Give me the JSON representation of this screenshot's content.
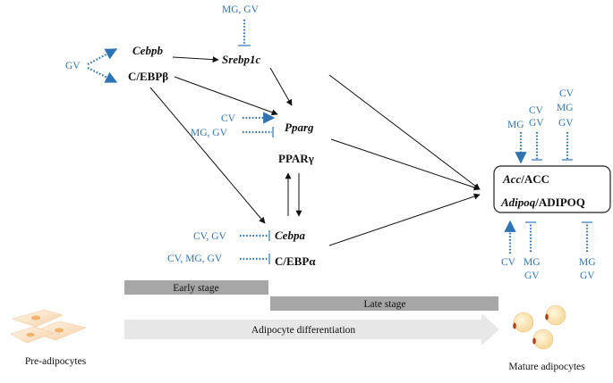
{
  "regulators": {
    "gv_top_left": "GV",
    "mg_gv_srebp": "MG, GV",
    "cv_pparg": "CV",
    "mg_gv_pparg": "MG, GV",
    "cv_gv_cebpa": "CV, GV",
    "cv_mg_gv_cebpa": "CV, MG, GV",
    "acc_mg": "MG",
    "acc_cv": "CV",
    "acc_gv": "GV",
    "acc2_cv": "CV",
    "acc2_mg": "MG",
    "acc2_gv": "GV",
    "adi_cv": "CV",
    "adi_mg": "MG",
    "adi_gv": "GV",
    "adi2_mg": "MG",
    "adi2_gv": "GV"
  },
  "nodes": {
    "cebpb_gene": "Cebpb",
    "cebpb_prot": "C/EBPβ",
    "srebp1c_gene": "Srebp1c",
    "pparg_gene": "Pparg",
    "pparg_prot": "PPARγ",
    "cebpa_gene": "Cebpa",
    "cebpa_prot": "C/EBPα",
    "acc_gene": "Acc",
    "acc_prot": "/ACC",
    "adipoq_gene": "Adipoq",
    "adipoq_prot": "/ADIPOQ"
  },
  "stages": {
    "early": "Early stage",
    "late": "Late stage",
    "differentiation": "Adipocyte differentiation"
  },
  "cells": {
    "pre": "Pre-adipocytes",
    "mature": "Mature adipocytes"
  },
  "colors": {
    "regulator": "#2e74b5",
    "stage_bar": "#a6a6a6",
    "diff_arrow": "#e7e7e7",
    "cell_fill": "#fbe3c8"
  }
}
